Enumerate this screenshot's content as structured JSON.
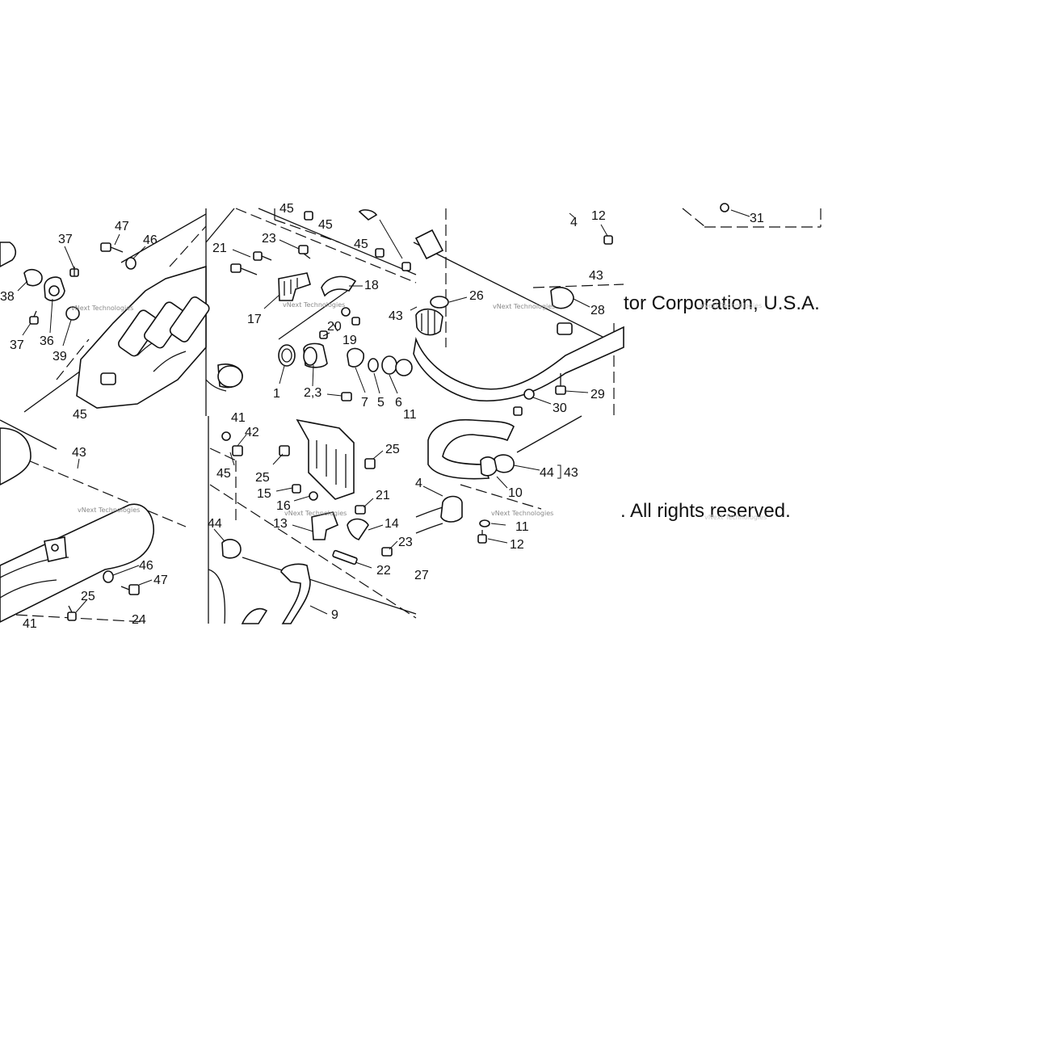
{
  "callouts": {
    "c1": "1",
    "c2_3": "2,3",
    "c4a": "4",
    "c4b": "4",
    "c5": "5",
    "c6": "6",
    "c7": "7",
    "c9": "9",
    "c10": "10",
    "c11": "11",
    "c12a": "12",
    "c12b": "12",
    "c13": "13",
    "c14": "14",
    "c15": "15",
    "c16": "16",
    "c17": "17",
    "c18": "18",
    "c19": "19",
    "c20": "20",
    "c21a": "21",
    "c21b": "21",
    "c22": "22",
    "c23a": "23",
    "c23b": "23",
    "c24": "24",
    "c25a": "25",
    "c25b": "25",
    "c25c": "25",
    "c26": "26",
    "c27": "27",
    "c28": "28",
    "c29": "29",
    "c30": "30",
    "c31": "31",
    "c36": "36",
    "c37a": "37",
    "c37b": "37",
    "c38": "38",
    "c39": "39",
    "c41": "41",
    "c42": "42",
    "c43a": "43",
    "c43b": "43",
    "c43c": "43",
    "c43d": "43",
    "c44a": "44",
    "c44b": "44",
    "c45a": "45",
    "c45b": "45",
    "c45c": "45",
    "c45d": "45",
    "c46a": "46",
    "c46b": "46",
    "c47a": "47",
    "c47b": "47"
  },
  "watermark": "vNext Technologies",
  "caption_corp": "tor Corporation, U.S.A.",
  "caption_rights": ". All rights reserved."
}
